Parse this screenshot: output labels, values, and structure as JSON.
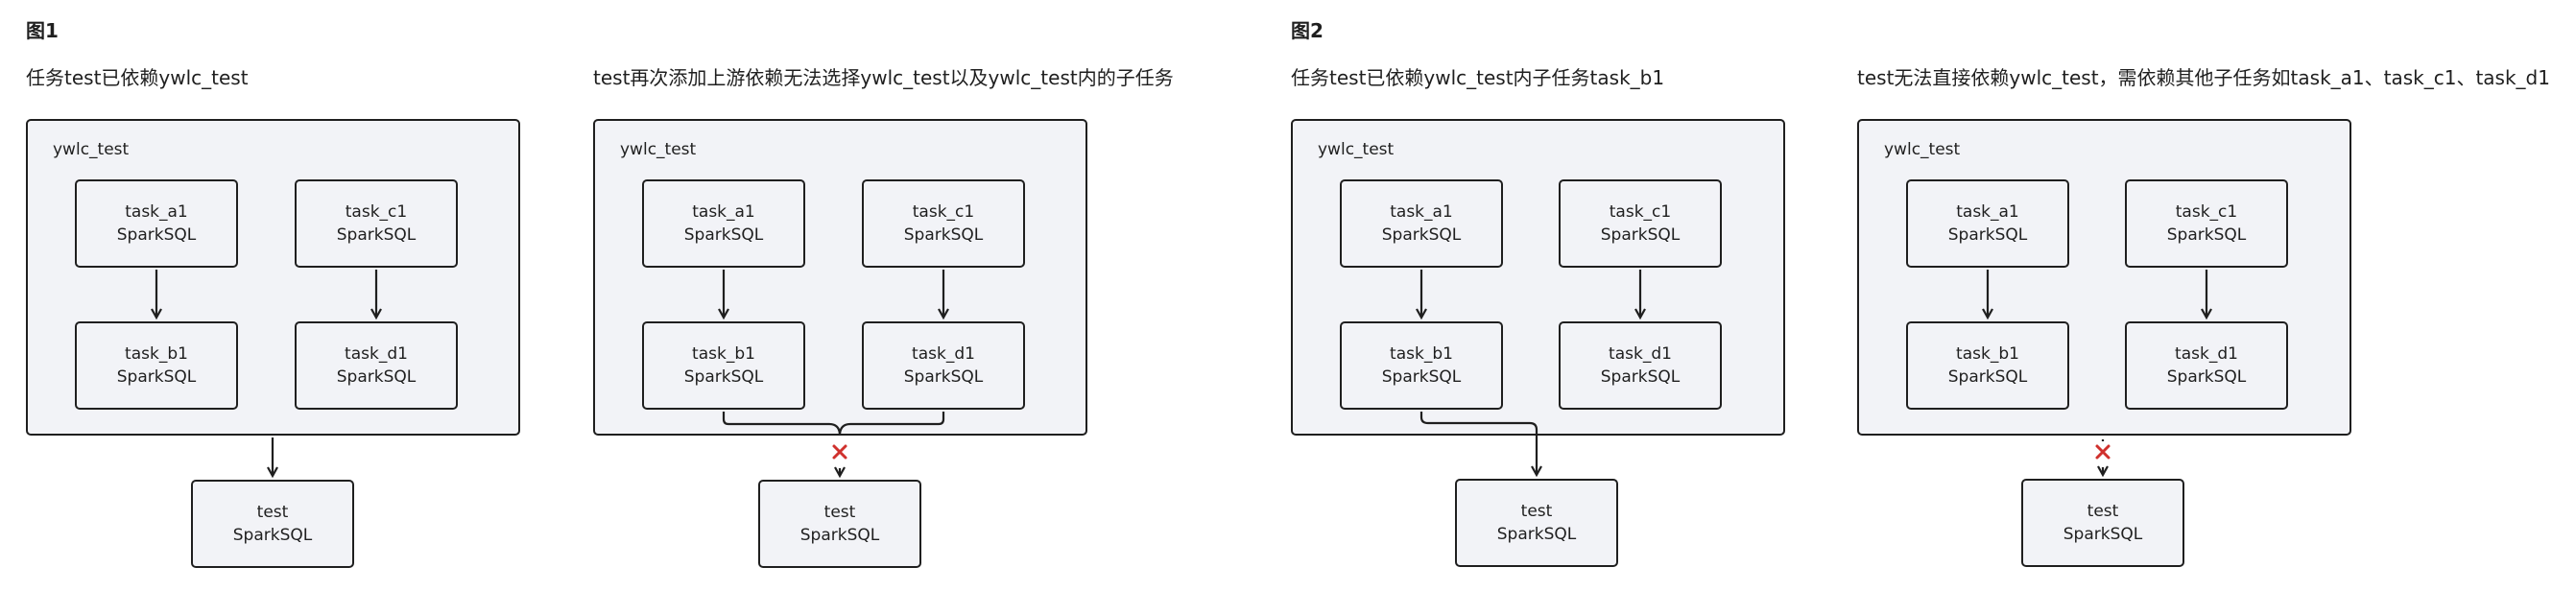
{
  "figure1": {
    "title": "图1",
    "panelA": {
      "caption": "任务test已依赖ywlc_test",
      "group_label": "ywlc_test",
      "nodes": {
        "a1": {
          "name": "task_a1",
          "type": "SparkSQL"
        },
        "c1": {
          "name": "task_c1",
          "type": "SparkSQL"
        },
        "b1": {
          "name": "task_b1",
          "type": "SparkSQL"
        },
        "d1": {
          "name": "task_d1",
          "type": "SparkSQL"
        },
        "test": {
          "name": "test",
          "type": "SparkSQL"
        }
      }
    },
    "panelB": {
      "caption": "test再次添加上游依赖无法选择ywlc_test以及ywlc_test内的子任务",
      "group_label": "ywlc_test",
      "nodes": {
        "a1": {
          "name": "task_a1",
          "type": "SparkSQL"
        },
        "c1": {
          "name": "task_c1",
          "type": "SparkSQL"
        },
        "b1": {
          "name": "task_b1",
          "type": "SparkSQL"
        },
        "d1": {
          "name": "task_d1",
          "type": "SparkSQL"
        },
        "test": {
          "name": "test",
          "type": "SparkSQL"
        }
      }
    }
  },
  "figure2": {
    "title": "图2",
    "panelA": {
      "caption": "任务test已依赖ywlc_test内子任务task_b1",
      "group_label": "ywlc_test",
      "nodes": {
        "a1": {
          "name": "task_a1",
          "type": "SparkSQL"
        },
        "c1": {
          "name": "task_c1",
          "type": "SparkSQL"
        },
        "b1": {
          "name": "task_b1",
          "type": "SparkSQL"
        },
        "d1": {
          "name": "task_d1",
          "type": "SparkSQL"
        },
        "test": {
          "name": "test",
          "type": "SparkSQL"
        }
      }
    },
    "panelB": {
      "caption": "test无法直接依赖ywlc_test，需依赖其他子任务如task_a1、task_c1、task_d1",
      "group_label": "ywlc_test",
      "nodes": {
        "a1": {
          "name": "task_a1",
          "type": "SparkSQL"
        },
        "c1": {
          "name": "task_c1",
          "type": "SparkSQL"
        },
        "b1": {
          "name": "task_b1",
          "type": "SparkSQL"
        },
        "d1": {
          "name": "task_d1",
          "type": "SparkSQL"
        },
        "test": {
          "name": "test",
          "type": "SparkSQL"
        }
      }
    }
  },
  "colors": {
    "stroke": "#1f1f1f",
    "fill": "#f2f3f7",
    "blocked": "#d0312d"
  }
}
